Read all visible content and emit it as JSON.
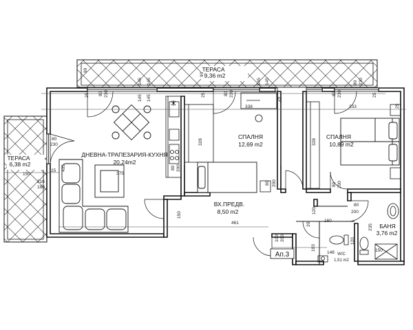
{
  "rooms": {
    "living": {
      "name": "ДНЕВНА-ТРАПЕЗАРИЯ-КУХНЯ",
      "area": "20,24m2"
    },
    "bedroom1": {
      "name": "СПАЛНЯ",
      "area": "12,69 m2"
    },
    "bedroom2": {
      "name": "СПАЛНЯ",
      "area": "10,89 m2"
    },
    "hall": {
      "name": "ВХ.ПРЕДВ.",
      "area": "8,50 m2"
    },
    "bath": {
      "name": "БАНЯ",
      "area": "3,76 m2"
    },
    "wc": {
      "name": "W/C",
      "area": "1,51 m2"
    },
    "terrace_top": {
      "name": "ТЕРАСА",
      "area": "9,36 m2"
    },
    "terrace_left": {
      "name": "ТЕРАСА",
      "area": "6,38 m2"
    }
  },
  "apartment_label": "Ап.3",
  "dims": {
    "d_90a": "90",
    "d_145a": "145",
    "d_145b": "145",
    "d_90b": "90",
    "d_25a": "25",
    "d_80a": "80",
    "d_230a": "230",
    "d_145c": "145",
    "d_145d": "145",
    "d_25b": "25",
    "d_80b": "80",
    "d_230b": "230",
    "d_145e": "145",
    "d_145f": "145",
    "d_25c": "25",
    "d_80c": "80",
    "d_230c": "230",
    "d_25d": "25",
    "d_80d": "80",
    "d_230d": "230",
    "d_25e": "25",
    "d_80e": "80",
    "d_230e": "230",
    "d_405": "405",
    "d_25f": "25",
    "d_150a": "150",
    "d_216": "216",
    "d_180": "180",
    "d_375": "375",
    "d_338": "338",
    "d_333": "333",
    "d_328a": "328",
    "d_328b": "328",
    "d_80f": "80",
    "d_200a": "200",
    "d_80g": "80",
    "d_200b": "200",
    "d_80h": "80",
    "d_200c": "200",
    "d_150b": "150",
    "d_461": "461",
    "d_100": "100",
    "d_200d": "200",
    "d_120a": "120",
    "d_160": "160",
    "d_20": "20",
    "d_235": "235",
    "d_103": "103",
    "d_148": "148",
    "d_120b": "120",
    "d_150c": "150"
  }
}
